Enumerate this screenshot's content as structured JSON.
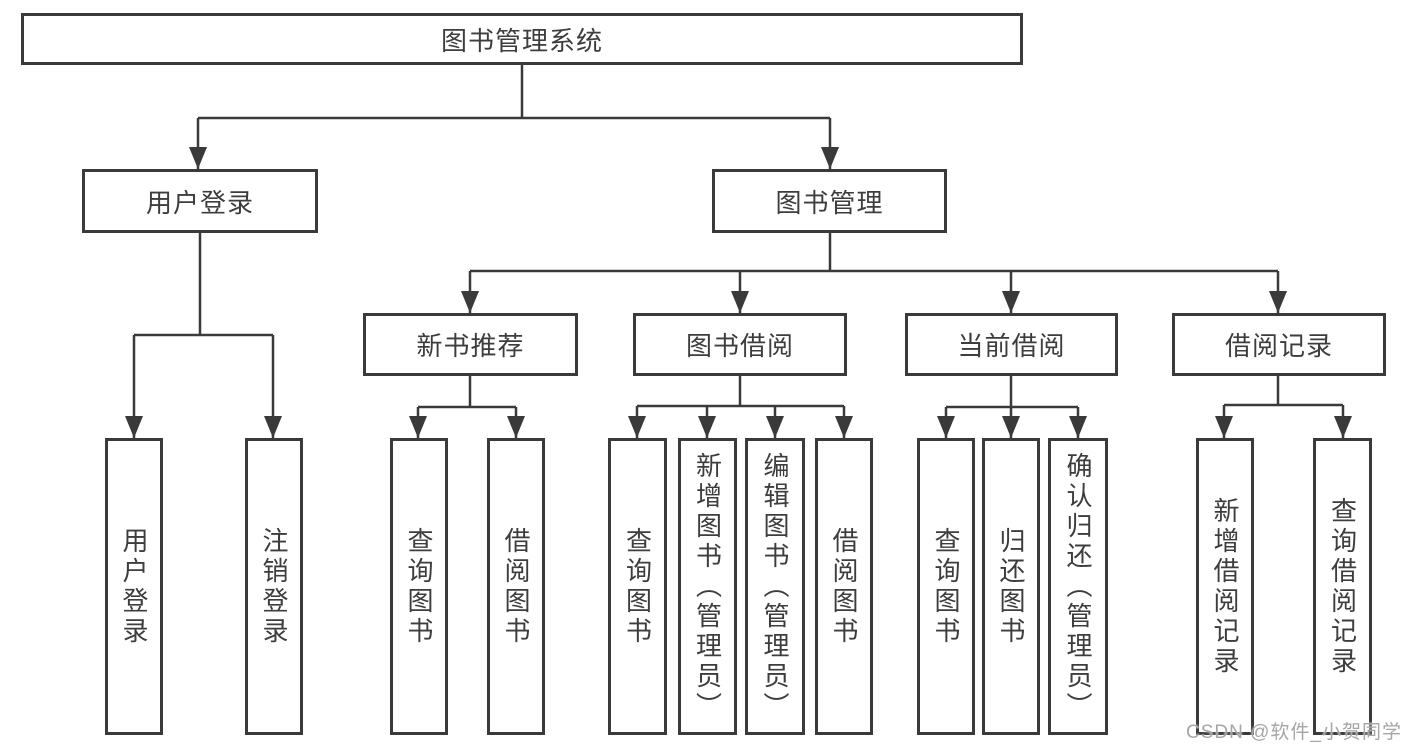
{
  "diagram": {
    "root": {
      "label": "图书管理系统"
    },
    "level2": [
      {
        "label": "用户登录"
      },
      {
        "label": "图书管理"
      }
    ],
    "level3": [
      {
        "label": "新书推荐"
      },
      {
        "label": "图书借阅"
      },
      {
        "label": "当前借阅"
      },
      {
        "label": "借阅记录"
      }
    ],
    "leaves": {
      "user_login": [
        "用户登录",
        "注销登录"
      ],
      "new_book_recommend": [
        "查询图书",
        "借阅图书"
      ],
      "book_borrowing": [
        "查询图书",
        "新增图书（管理员）",
        "编辑图书（管理员）",
        "借阅图书"
      ],
      "current_borrowing": [
        "查询图书",
        "归还图书",
        "确认归还（管理员）"
      ],
      "borrowing_records": [
        "新增借阅记录",
        "查询借阅记录"
      ]
    }
  },
  "watermark": "CSDN @软件_小贺同学",
  "colors": {
    "line": "#3a3a3a",
    "box_border": "#3a3a3a",
    "text": "#3d3d3d",
    "watermark": "#a6a6a6",
    "background": "#ffffff"
  }
}
